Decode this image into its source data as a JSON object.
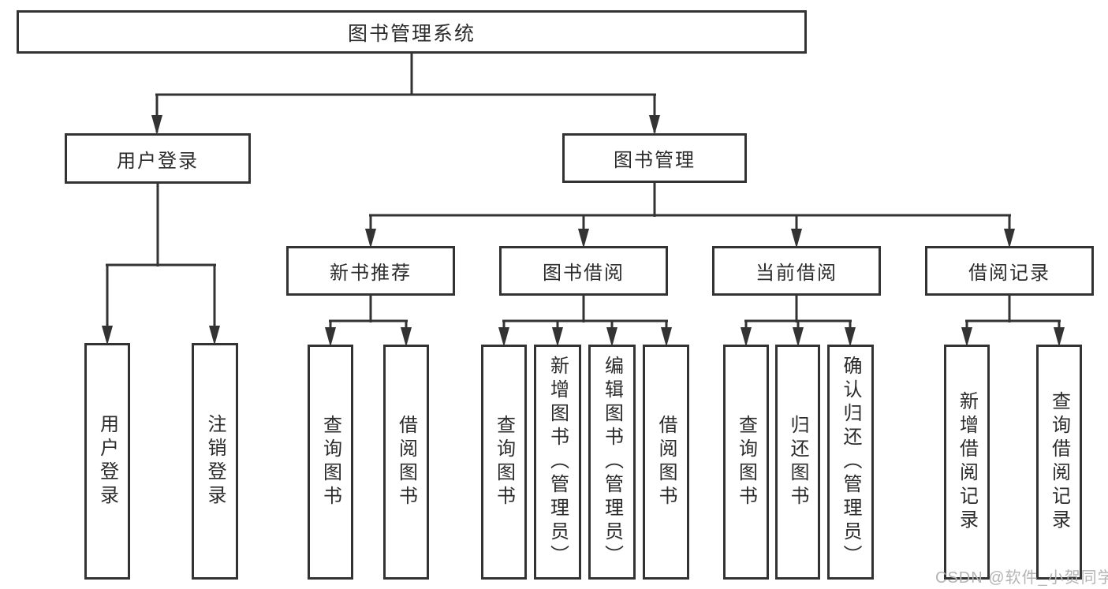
{
  "tree": {
    "root": {
      "label": "图书管理系统",
      "children": [
        {
          "label": "用户登录",
          "children": [
            {
              "label": "用户登录"
            },
            {
              "label": "注销登录"
            }
          ]
        },
        {
          "label": "图书管理",
          "children": [
            {
              "label": "新书推荐",
              "children": [
                {
                  "label": "查询图书"
                },
                {
                  "label": "借阅图书"
                }
              ]
            },
            {
              "label": "图书借阅",
              "children": [
                {
                  "label": "查询图书"
                },
                {
                  "label": "新增图书（管理员）"
                },
                {
                  "label": "编辑图书（管理员）"
                },
                {
                  "label": "借阅图书"
                }
              ]
            },
            {
              "label": "当前借阅",
              "children": [
                {
                  "label": "查询图书"
                },
                {
                  "label": "归还图书"
                },
                {
                  "label": "确认归还（管理员）"
                }
              ]
            },
            {
              "label": "借阅记录",
              "children": [
                {
                  "label": "新增借阅记录"
                },
                {
                  "label": "查询借阅记录"
                }
              ]
            }
          ]
        }
      ]
    }
  },
  "watermark": {
    "text": "CSDN @软件_小贺同学"
  },
  "colors": {
    "line": "#333333",
    "text": "#2b2b2b",
    "box_background": "#ffffff",
    "watermark": "#b4b4b4"
  }
}
